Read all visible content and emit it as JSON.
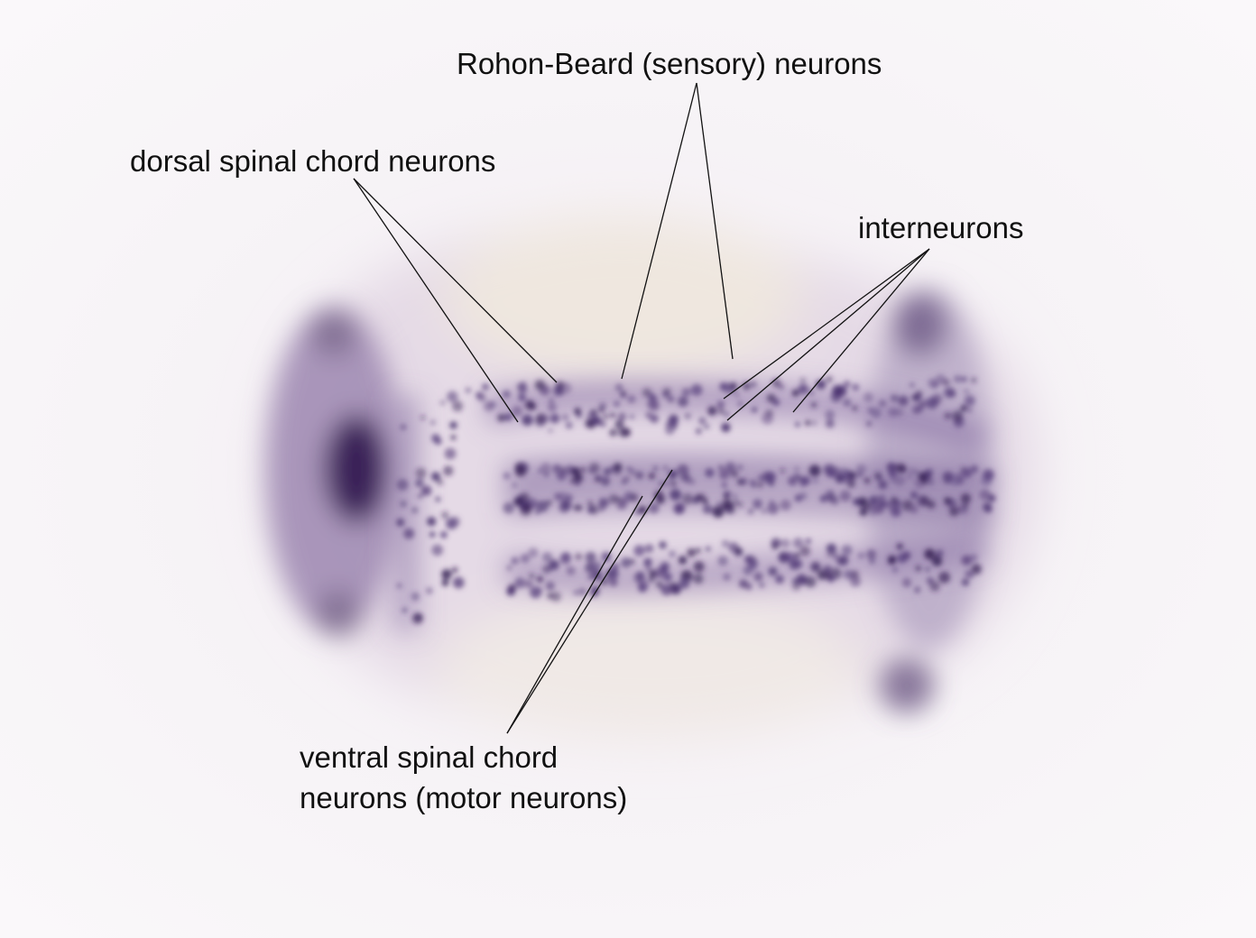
{
  "labels": {
    "rohon_beard": "Rohon-Beard (sensory) neurons",
    "dorsal": "dorsal spinal chord neurons",
    "interneurons": "interneurons",
    "ventral_line1": "ventral spinal chord",
    "ventral_line2": "neurons (motor neurons)"
  },
  "colors": {
    "background": "#f6f2f6",
    "embryo_body": "#e6dbe6",
    "stain_dark": "#3a2458",
    "stain_mid": "#6b5489",
    "leader_line": "#111111"
  }
}
